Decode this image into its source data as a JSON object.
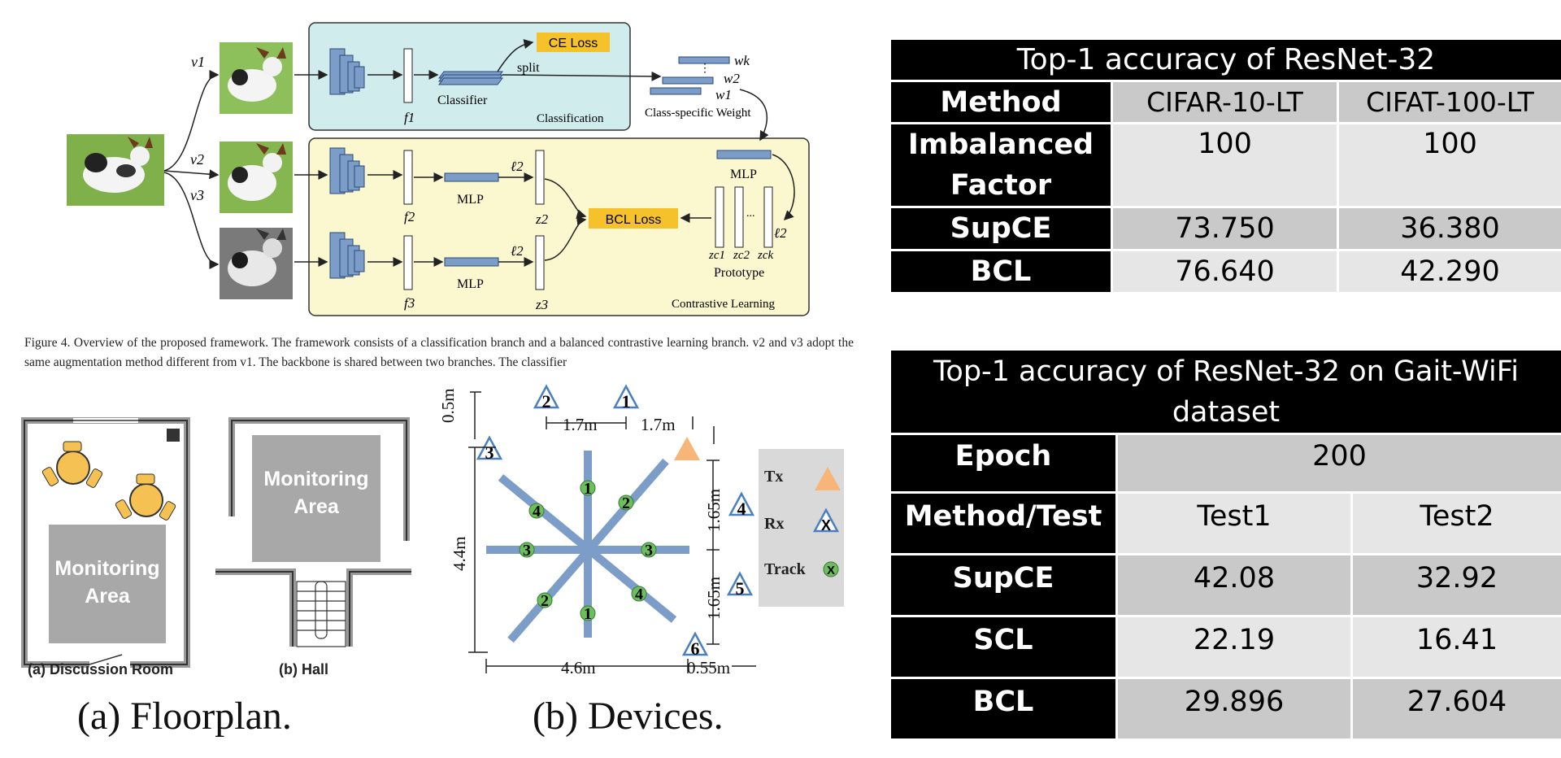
{
  "framework": {
    "views": [
      "v1",
      "v2",
      "v3"
    ],
    "ce_loss": "CE Loss",
    "bcl_loss": "BCL Loss",
    "split": "split",
    "classifier": "Classifier",
    "classification": "Classification",
    "class_specific_weight": "Class-specific Weight",
    "mlp": "MLP",
    "prototype": "Prototype",
    "contrastive_learning": "Contrastive Learning",
    "features": [
      "f1",
      "f2",
      "f3"
    ],
    "l2": "ℓ2",
    "z_labels": [
      "z2",
      "z3"
    ],
    "weights": [
      "wk",
      "w2",
      "w1"
    ],
    "prototypes": [
      "zc1",
      "zc2",
      "zck"
    ],
    "ellipsis": "...",
    "caption": "Figure 4.  Overview of the proposed framework.  The framework consists of a classification branch and a balanced contrastive learning branch. v2 and v3 adopt the same augmentation method different from v1. The backbone is shared between two branches.  The classifier"
  },
  "floorplan": {
    "monitoring_area_left": "Monitoring Area",
    "monitoring_area_right": "Monitoring Area",
    "label_a": "(a) Discussion Room",
    "label_b": "(b) Hall",
    "caption": "(a) Floorplan."
  },
  "devices": {
    "dims": {
      "d05": "0.5m",
      "d17a": "1.7m",
      "d17b": "1.7m",
      "d165a": "1.65m",
      "d165b": "1.65m",
      "d44": "4.4m",
      "d46": "4.6m",
      "d055": "0.55m"
    },
    "rx_ids": [
      "1",
      "2",
      "3",
      "4",
      "5",
      "6"
    ],
    "track_ids": [
      "1",
      "2",
      "3",
      "4"
    ],
    "legend": {
      "tx": "Tx",
      "rx": "Rx",
      "track": "Track",
      "x": "X"
    },
    "caption": "(b) Devices."
  },
  "table1": {
    "title": "Top-1 accuracy of ResNet-32",
    "col_headers": [
      "Method",
      "CIFAR-10-LT",
      "CIFAT-100-LT"
    ],
    "factor_label": "Imbalanced Factor",
    "factor_values": [
      "100",
      "100"
    ],
    "rows": [
      {
        "method": "SupCE",
        "v1": "73.750",
        "v2": "36.380"
      },
      {
        "method": "BCL",
        "v1": "76.640",
        "v2": "42.290"
      }
    ]
  },
  "table2": {
    "title": "Top-1 accuracy of ResNet-32 on Gait-WiFi dataset",
    "epoch_label": "Epoch",
    "epoch_value": "200",
    "col_headers": [
      "Method/Test",
      "Test1",
      "Test2"
    ],
    "rows": [
      {
        "method": "SupCE",
        "v1": "42.08",
        "v2": "32.92"
      },
      {
        "method": "SCL",
        "v1": "22.19",
        "v2": "16.41"
      },
      {
        "method": "BCL",
        "v1": "29.896",
        "v2": "27.604"
      }
    ]
  },
  "colors": {
    "accent_blue": "#7b9dc8",
    "classification_bg": "#d0ecec",
    "contrastive_bg": "#fbf7cf",
    "loss_yellow": "#f6c22b",
    "tx_orange": "#f7b57a"
  }
}
